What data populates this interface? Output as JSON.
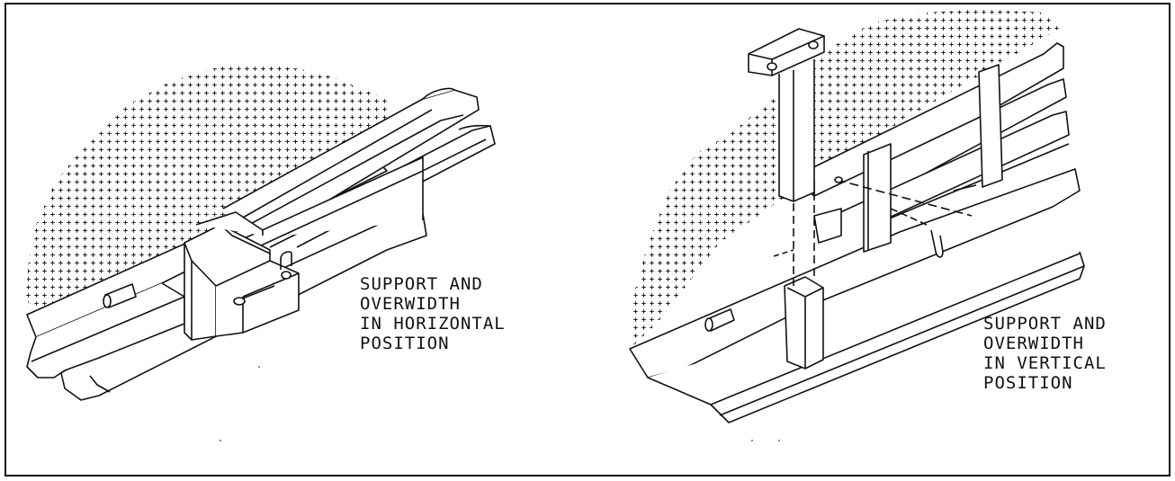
{
  "captions": {
    "horizontal": {
      "lines": [
        "SUPPORT AND",
        "OVERWIDTH",
        "IN HORIZONTAL",
        "POSITION"
      ]
    },
    "vertical": {
      "lines": [
        "SUPPORT AND",
        "OVERWIDTH",
        "IN VERTICAL",
        "POSITION"
      ]
    }
  },
  "colors": {
    "line": "#111111",
    "background": "#ffffff",
    "stipple": "#222222"
  }
}
